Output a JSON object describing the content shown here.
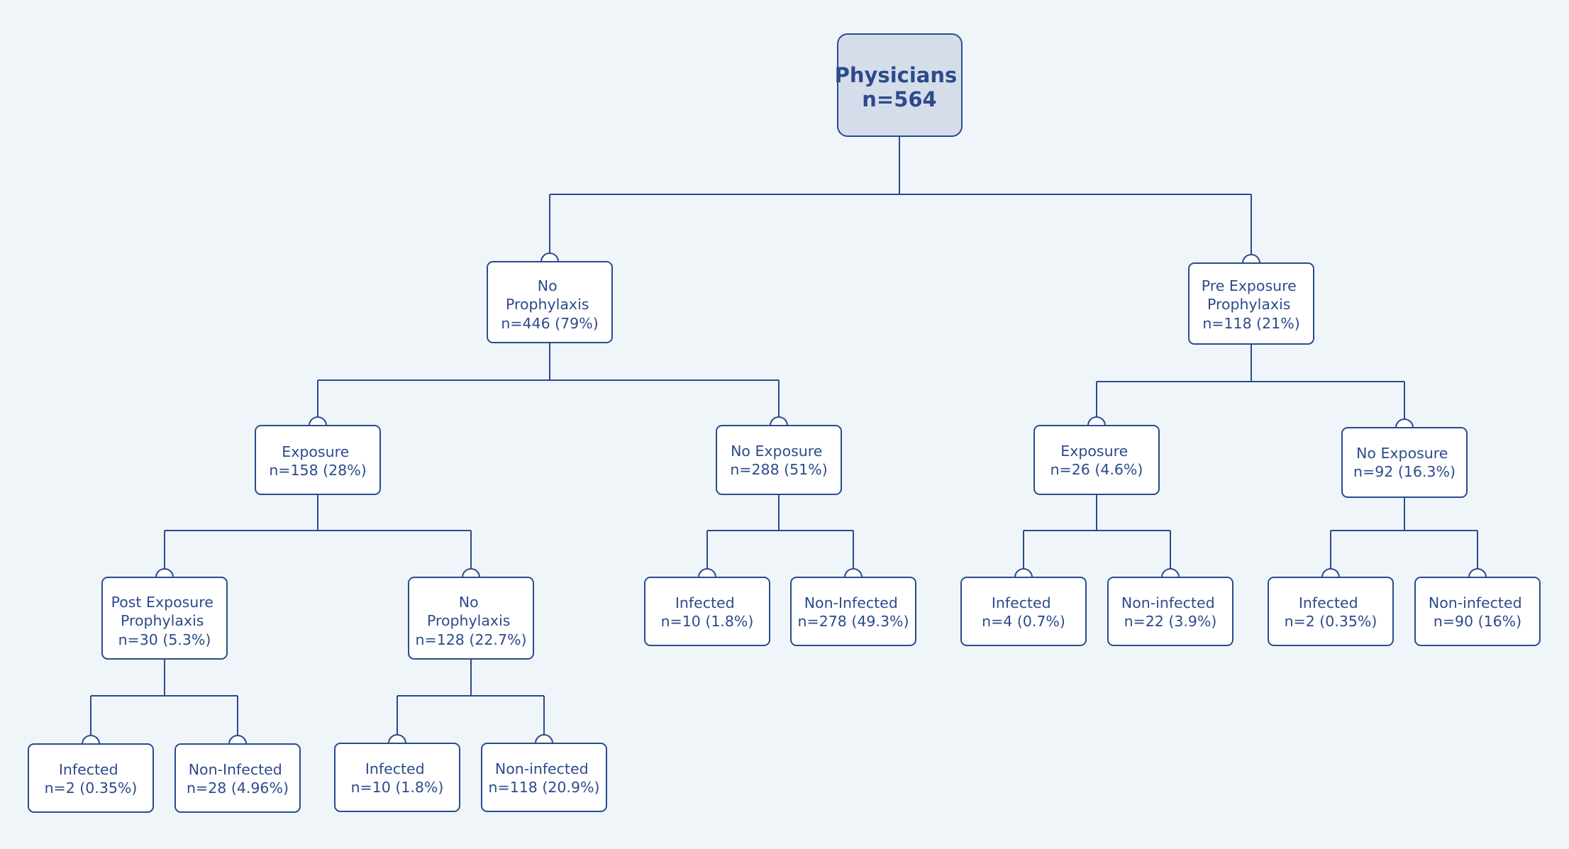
{
  "diagram": {
    "root": {
      "lines": [
        "Physicians",
        "n=564"
      ]
    },
    "no_prophylaxis": {
      "lines": [
        "No",
        "Prophylaxis",
        "n=446 (79%)"
      ]
    },
    "pre_exposure": {
      "lines": [
        "Pre Exposure",
        "Prophylaxis",
        "n=118 (21%)"
      ]
    },
    "np_exposure": {
      "lines": [
        "Exposure",
        "n=158 (28%)"
      ]
    },
    "np_no_exposure": {
      "lines": [
        "No Exposure",
        "n=288 (51%)"
      ]
    },
    "pep_exposure": {
      "lines": [
        "Exposure",
        "n=26 (4.6%)"
      ]
    },
    "pep_no_exposure": {
      "lines": [
        "No Exposure",
        "n=92 (16.3%)"
      ]
    },
    "post_exposure": {
      "lines": [
        "Post Exposure",
        "Prophylaxis",
        "n=30 (5.3%)"
      ]
    },
    "np_exp_no_prophylaxis": {
      "lines": [
        "No",
        "Prophylaxis",
        "n=128 (22.7%)"
      ]
    },
    "np_noexp_infected": {
      "lines": [
        "Infected",
        "n=10 (1.8%)"
      ]
    },
    "np_noexp_noninfected": {
      "lines": [
        "Non-Infected",
        "n=278 (49.3%)"
      ]
    },
    "pep_exp_infected": {
      "lines": [
        "Infected",
        "n=4 (0.7%)"
      ]
    },
    "pep_exp_noninfected": {
      "lines": [
        "Non-infected",
        "n=22 (3.9%)"
      ]
    },
    "pep_noexp_infected": {
      "lines": [
        "Infected",
        "n=2 (0.35%)"
      ]
    },
    "pep_noexp_noninfected": {
      "lines": [
        "Non-infected",
        "n=90 (16%)"
      ]
    },
    "post_exp_infected": {
      "lines": [
        "Infected",
        "n=2 (0.35%)"
      ]
    },
    "post_exp_noninfected": {
      "lines": [
        "Non-Infected",
        "n=28 (4.96%)"
      ]
    },
    "np_np_infected": {
      "lines": [
        "Infected",
        "n=10 (1.8%)"
      ]
    },
    "np_np_noninfected": {
      "lines": [
        "Non-infected",
        "n=118 (20.9%)"
      ]
    }
  }
}
